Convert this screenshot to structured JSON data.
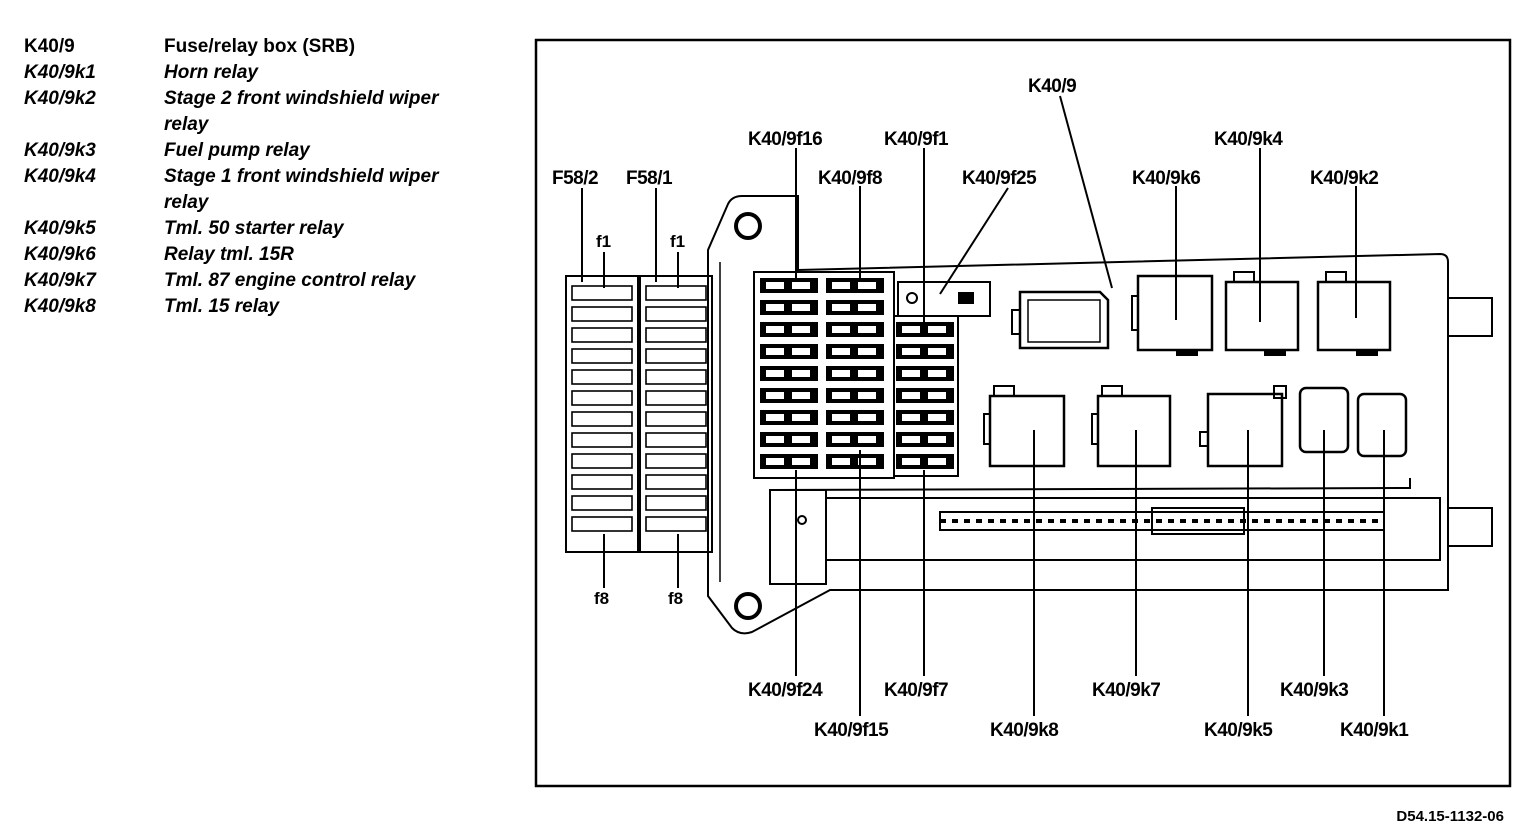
{
  "legend": [
    {
      "code": "K40/9",
      "description": "Fuse/relay box (SRB)"
    },
    {
      "code": "K40/9k1",
      "description": "Horn relay"
    },
    {
      "code": "K40/9k2",
      "description": "Stage 2 front windshield wiper relay"
    },
    {
      "code": "K40/9k3",
      "description": "Fuel pump relay"
    },
    {
      "code": "K40/9k4",
      "description": "Stage 1 front windshield wiper relay"
    },
    {
      "code": "K40/9k5",
      "description": "Tml. 50 starter relay"
    },
    {
      "code": "K40/9k6",
      "description": "Relay tml. 15R"
    },
    {
      "code": "K40/9k7",
      "description": "Tml. 87 engine control relay"
    },
    {
      "code": "K40/9k8",
      "description": "Tml. 15 relay"
    }
  ],
  "callouts": {
    "k40_9": "K40/9",
    "f16": "K40/9f16",
    "f1": "K40/9f1",
    "f8": "K40/9f8",
    "f25": "K40/9f25",
    "k6": "K40/9k6",
    "k4": "K40/9k4",
    "k2": "K40/9k2",
    "f58_2": "F58/2",
    "f58_1": "F58/1",
    "f24": "K40/9f24",
    "f7": "K40/9f7",
    "f15": "K40/9f15",
    "k8": "K40/9k8",
    "k7": "K40/9k7",
    "k5": "K40/9k5",
    "k3": "K40/9k3",
    "k1": "K40/9k1",
    "fuse_top_left": "f1",
    "fuse_top_right": "f1",
    "fuse_bottom_left": "f8",
    "fuse_bottom_right": "f8"
  },
  "drawing_id": "D54.15-1132-06"
}
